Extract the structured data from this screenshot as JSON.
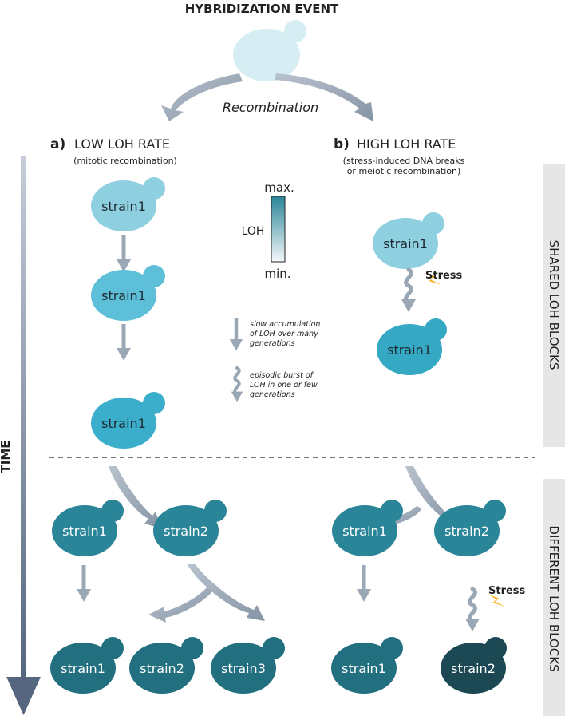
{
  "header": {
    "title": "HYBRIDIZATION EVENT",
    "recombination": "Recombination"
  },
  "branch_a": {
    "letter": "a)",
    "title": "LOW LOH RATE",
    "subtitle": "(mitotic recombination)"
  },
  "branch_b": {
    "letter": "b)",
    "title": "HIGH LOH RATE",
    "subtitle_line1": "(stress-induced DNA breaks",
    "subtitle_line2": "or meiotic recombination)"
  },
  "scale": {
    "max": "max.",
    "min": "min.",
    "label": "LOH"
  },
  "legend": {
    "slow_line1": "slow accumulation",
    "slow_line2": "of LOH over many",
    "slow_line3": "generations",
    "burst_line1": "episodic burst of",
    "burst_line2": "LOH in one or few",
    "burst_line3": "generations"
  },
  "side_labels": {
    "shared": "SHARED LOH BLOCKS",
    "different": "DIFFERENT LOH BLOCKS"
  },
  "time_label": "TIME",
  "stress_label": "Stress",
  "cells": {
    "a1": "strain1",
    "a2": "strain1",
    "a3": "strain1",
    "b1": "strain1",
    "b2": "strain1",
    "ra1": "strain1",
    "ra2": "strain2",
    "ra3": "strain1",
    "ra4": "strain2",
    "ra5": "strain3",
    "rb1": "strain1",
    "rb2": "strain2",
    "rb3": "strain1",
    "rb4": "strain2"
  },
  "colors": {
    "hybrid": "#d5edf3",
    "a1": "#8ecfe0",
    "a2": "#5ebfd8",
    "a3": "#3aaecb",
    "b1": "#8ecfe0",
    "b2": "#35a8c4",
    "lower": "#2a8598",
    "lower_end": "#226f80",
    "darkest": "#1b4852",
    "arrow": "#9aa7b5",
    "stress_bolt": "#f6b51d",
    "panel": "#e6e6e6",
    "time_arrow": "#5e6e84"
  }
}
